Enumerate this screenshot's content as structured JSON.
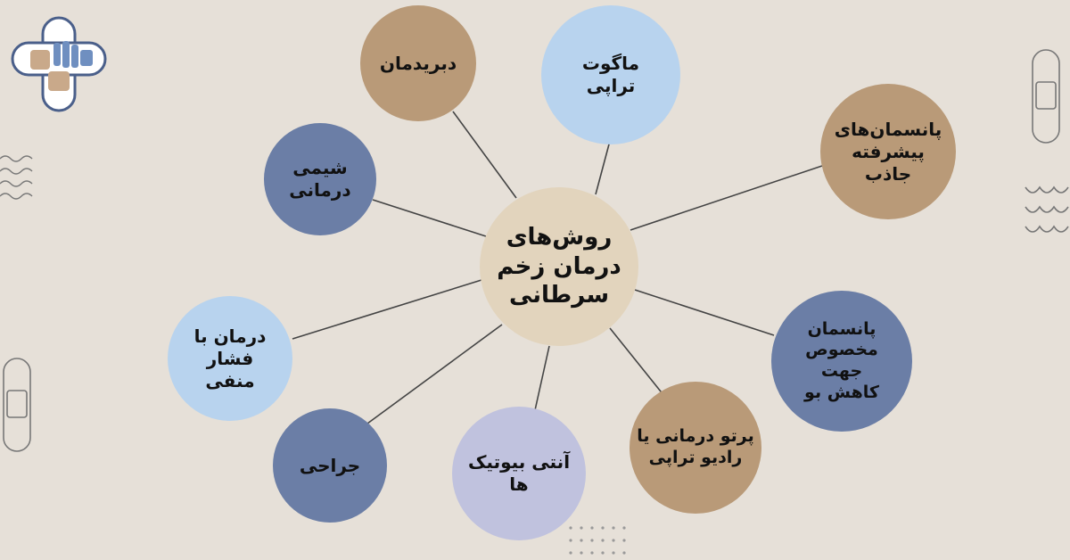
{
  "center": {
    "label": "روش‌های درمان زخم سرطانی"
  },
  "nodes": [
    {
      "id": "debridement",
      "label": "دبریدمان"
    },
    {
      "id": "maggot",
      "label": "ماگوت تراپی"
    },
    {
      "id": "advanced-absorbent",
      "label": "پانسمان‌های پیشرفته جاذب"
    },
    {
      "id": "odor-dressing",
      "label": "پانسمان مخصوص جهت کاهش بو"
    },
    {
      "id": "radiotherapy",
      "label": "پرتو درمانی یا رادیو تراپی"
    },
    {
      "id": "antibiotics",
      "label": "آنتی بیوتیک ها"
    },
    {
      "id": "surgery",
      "label": "جراحی"
    },
    {
      "id": "npwt",
      "label": "درمان با فشار منفی"
    },
    {
      "id": "chemotherapy",
      "label": "شیمی درمانی"
    }
  ],
  "colors": {
    "background": "#e6e0d8",
    "center": "#e2d4bd",
    "tan": "#b99a78",
    "light_blue": "#b8d3ee",
    "slate": "#6b7ea6",
    "lavender": "#c0c2de",
    "connector": "#444444"
  }
}
